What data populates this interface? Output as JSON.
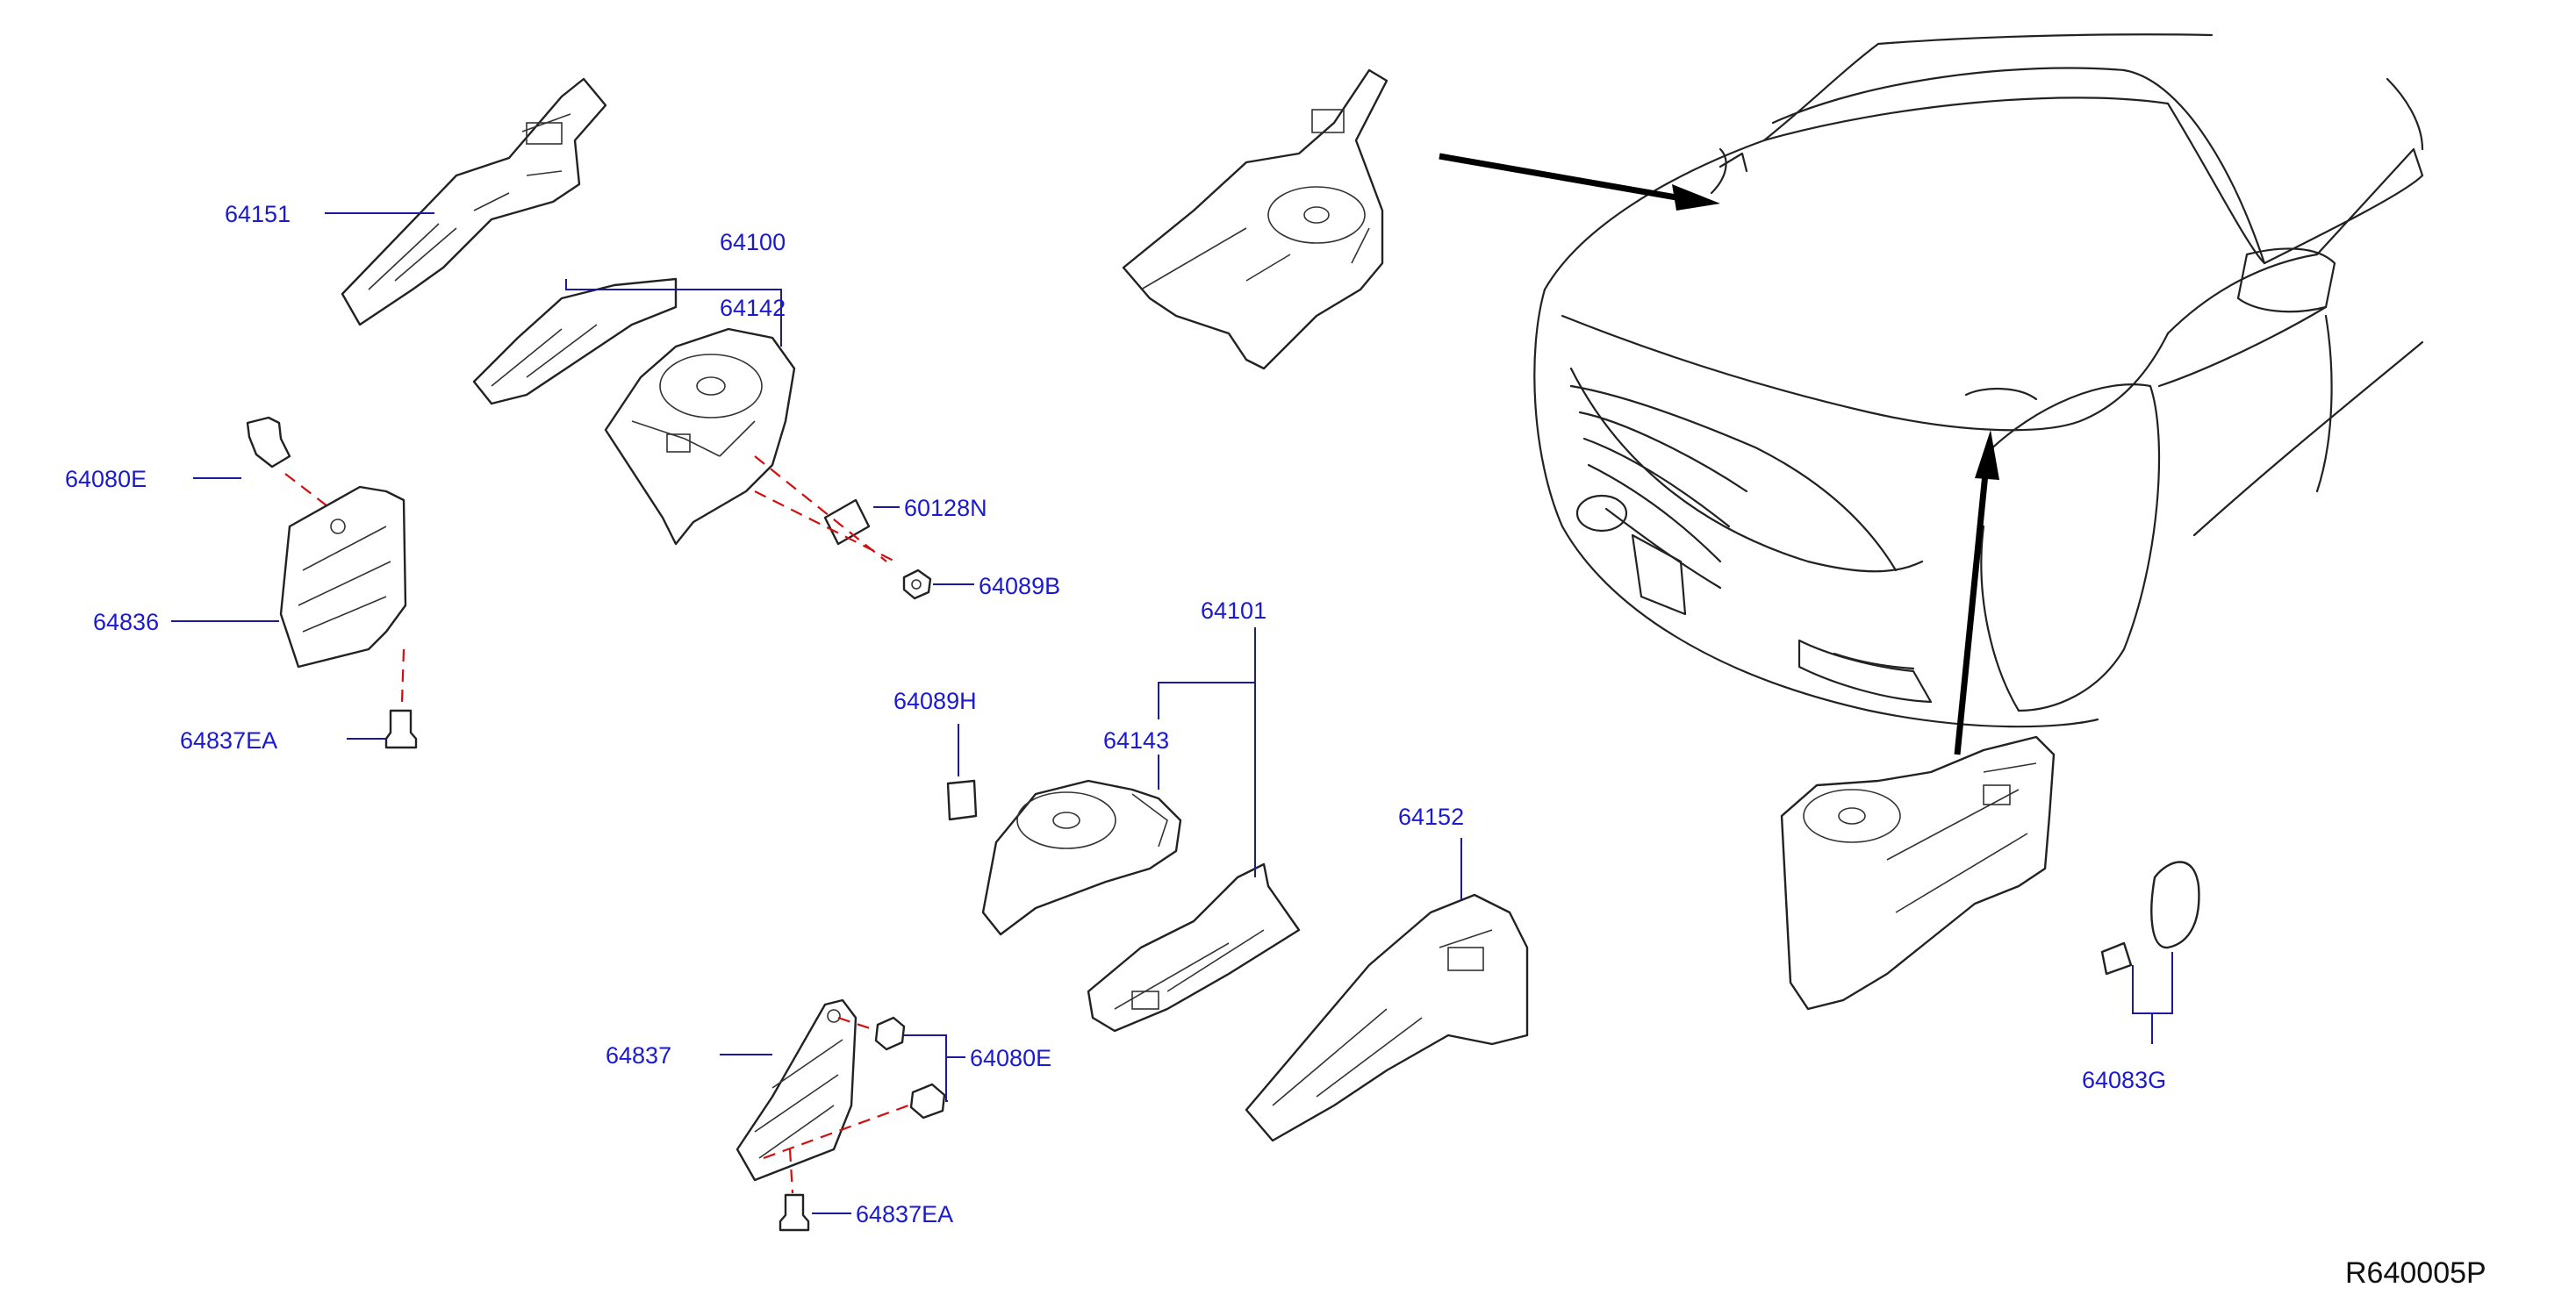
{
  "part_numbers": {
    "p64151": "64151",
    "p64100": "64100",
    "p64142": "64142",
    "p64080E_top": "64080E",
    "p60128N": "60128N",
    "p64089B": "64089B",
    "p64836": "64836",
    "p64837EA_top": "64837EA",
    "p64101": "64101",
    "p64089H": "64089H",
    "p64143": "64143",
    "p64152": "64152",
    "p64837": "64837",
    "p64080E_bottom": "64080E",
    "p64837EA_bottom": "64837EA",
    "p64083G": "64083G"
  },
  "reference_code": "R640005P",
  "colors": {
    "label": "#1a1ad0",
    "leader": "#1a1aa0",
    "dashed_fastener_line": "#d01010",
    "line_art": "#222222",
    "arrow": "#000000"
  }
}
